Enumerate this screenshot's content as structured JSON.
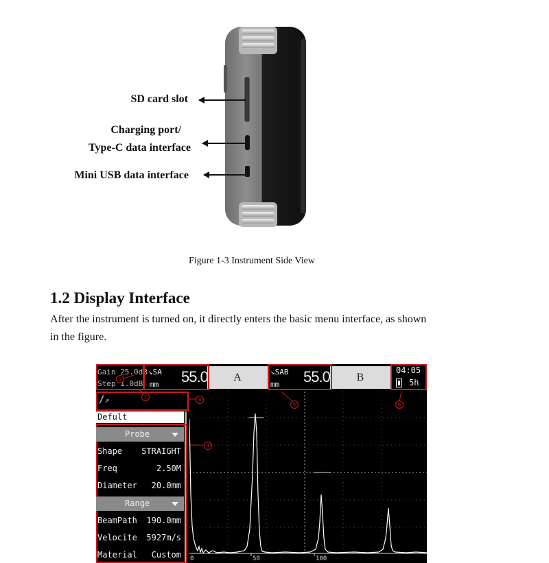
{
  "side_view": {
    "labels": {
      "sd_card": "SD card slot",
      "charging_line1": "Charging port/",
      "charging_line2": "Type-C data interface",
      "mini_usb": "Mini USB data interface"
    },
    "caption": "Figure 1-3  Instrument Side View"
  },
  "section": {
    "heading": "1.2 Display Interface",
    "body_line1": "After the instrument is turned on, it directly enters the basic menu interface, as shown",
    "body_line2": "in the figure."
  },
  "screen": {
    "header": {
      "gain": "Gain 25.0dB",
      "step": "Step   1.0dB",
      "sa_label": "SA",
      "sa_unit": "mm",
      "sa_value": "55.00",
      "gate_a": "A",
      "sab_label": "SAB",
      "sab_unit": "mm",
      "sab_value": "55.00",
      "gate_b": "B",
      "time": "04:05",
      "battery": "5h"
    },
    "callouts": [
      "1",
      "2",
      "3",
      "4",
      "5",
      "6"
    ],
    "menu": {
      "title": "Defult",
      "sections": [
        {
          "title": "Probe",
          "rows": [
            {
              "key": "Shape",
              "value": "STRAIGHT"
            },
            {
              "key": "Freq",
              "value": "2.50M"
            },
            {
              "key": "Diameter",
              "value": "20.0mm"
            }
          ]
        },
        {
          "title": "Range",
          "rows": [
            {
              "key": "BeamPath",
              "value": "190.0mm"
            },
            {
              "key": "Velocite",
              "value": "5927m/s"
            },
            {
              "key": "Material",
              "value": "Custom"
            }
          ]
        }
      ]
    },
    "axis_ticks": [
      "0",
      "50",
      "100"
    ],
    "colors": {
      "highlight": "#c81c1c",
      "screen_bg": "#000000",
      "trace": "#ffffff"
    }
  }
}
